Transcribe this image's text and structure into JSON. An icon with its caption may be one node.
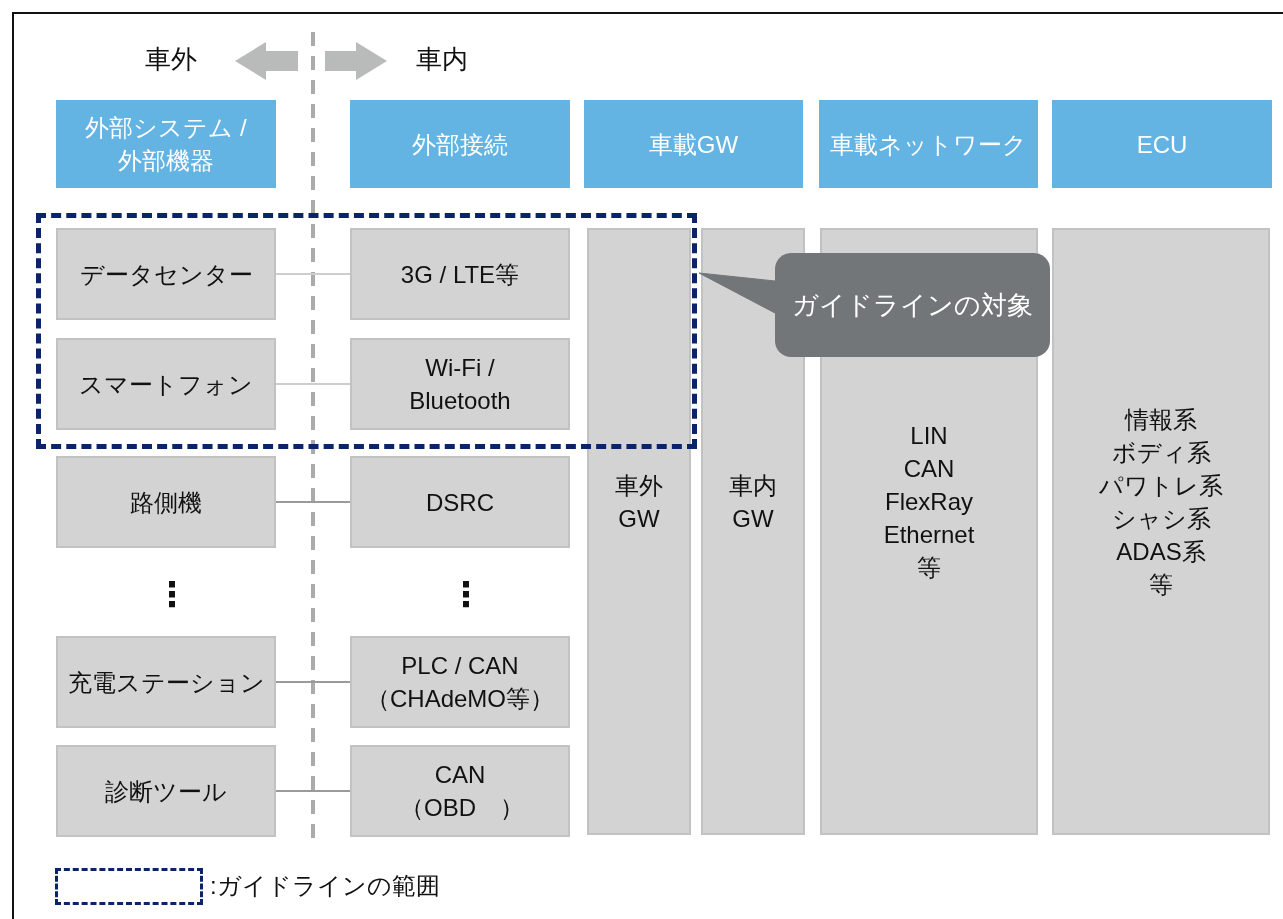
{
  "diagram": {
    "nodes": [
      {
        "text": [
          "外部システム / 外部機器"
        ]
      },
      {
        "text": [
          "外部接続"
        ]
      },
      {
        "text": [
          "車載GW"
        ]
      },
      {
        "text": [
          "車載ネットワーク"
        ]
      },
      {
        "text": [
          "ECU"
        ]
      },
      {
        "text": [],
        "shape": "box"
      },
      {
        "text": [
          "データセンター"
        ],
        "in": 5
      },
      {
        "text": [
          "3G / LTE等"
        ],
        "in": 5
      },
      {
        "text": [
          "車外 GW"
        ]
      },
      {
        "text": [
          "車内 GW"
        ]
      },
      {
        "text": [
          "LIN CAN FlexRay Ethernet 等"
        ]
      },
      {
        "text": [
          "情報系ボディ系パワトレ系シャシ系ADAS系等"
        ]
      },
      {
        "text": [
          "ガイドラインの対象"
        ]
      },
      {
        "text": [
          "スマートフォン"
        ],
        "in": 5
      },
      {
        "text": [
          "Wi-Fi / Bluetooth"
        ],
        "in": 5
      },
      {
        "text": [
          "路側機"
        ]
      },
      {
        "text": [
          "DSRC"
        ]
      },
      {
        "text": [
          "充電ステーション"
        ]
      },
      {
        "text": [
          "PLC / CAN （CHAdeMO等）"
        ]
      },
      {
        "text": [
          "診断ツール"
        ]
      },
      {
        "text": [
          "CAN （OBD　）"
        ]
      }
    ],
    "edges": [
      {
        "from": 6,
        "to": 7,
        "arrow": "none",
        "color": "#cdcdcd"
      },
      {
        "from": 12,
        "to": 5,
        "arrow": "none",
        "color": "#737679"
      },
      {
        "from": 13,
        "to": 14,
        "arrow": "none",
        "color": "#cdcdcd"
      },
      {
        "from": 15,
        "to": 16,
        "arrow": "none"
      },
      {
        "from": 17,
        "to": 18,
        "arrow": "none"
      },
      {
        "from": 19,
        "to": 20,
        "arrow": "none"
      }
    ],
    "labels": [
      "車外",
      "車内",
      "⋮",
      "⋮"
    ],
    "legend": [
      {
        "text": ":ガイドラインの範囲"
      }
    ]
  }
}
